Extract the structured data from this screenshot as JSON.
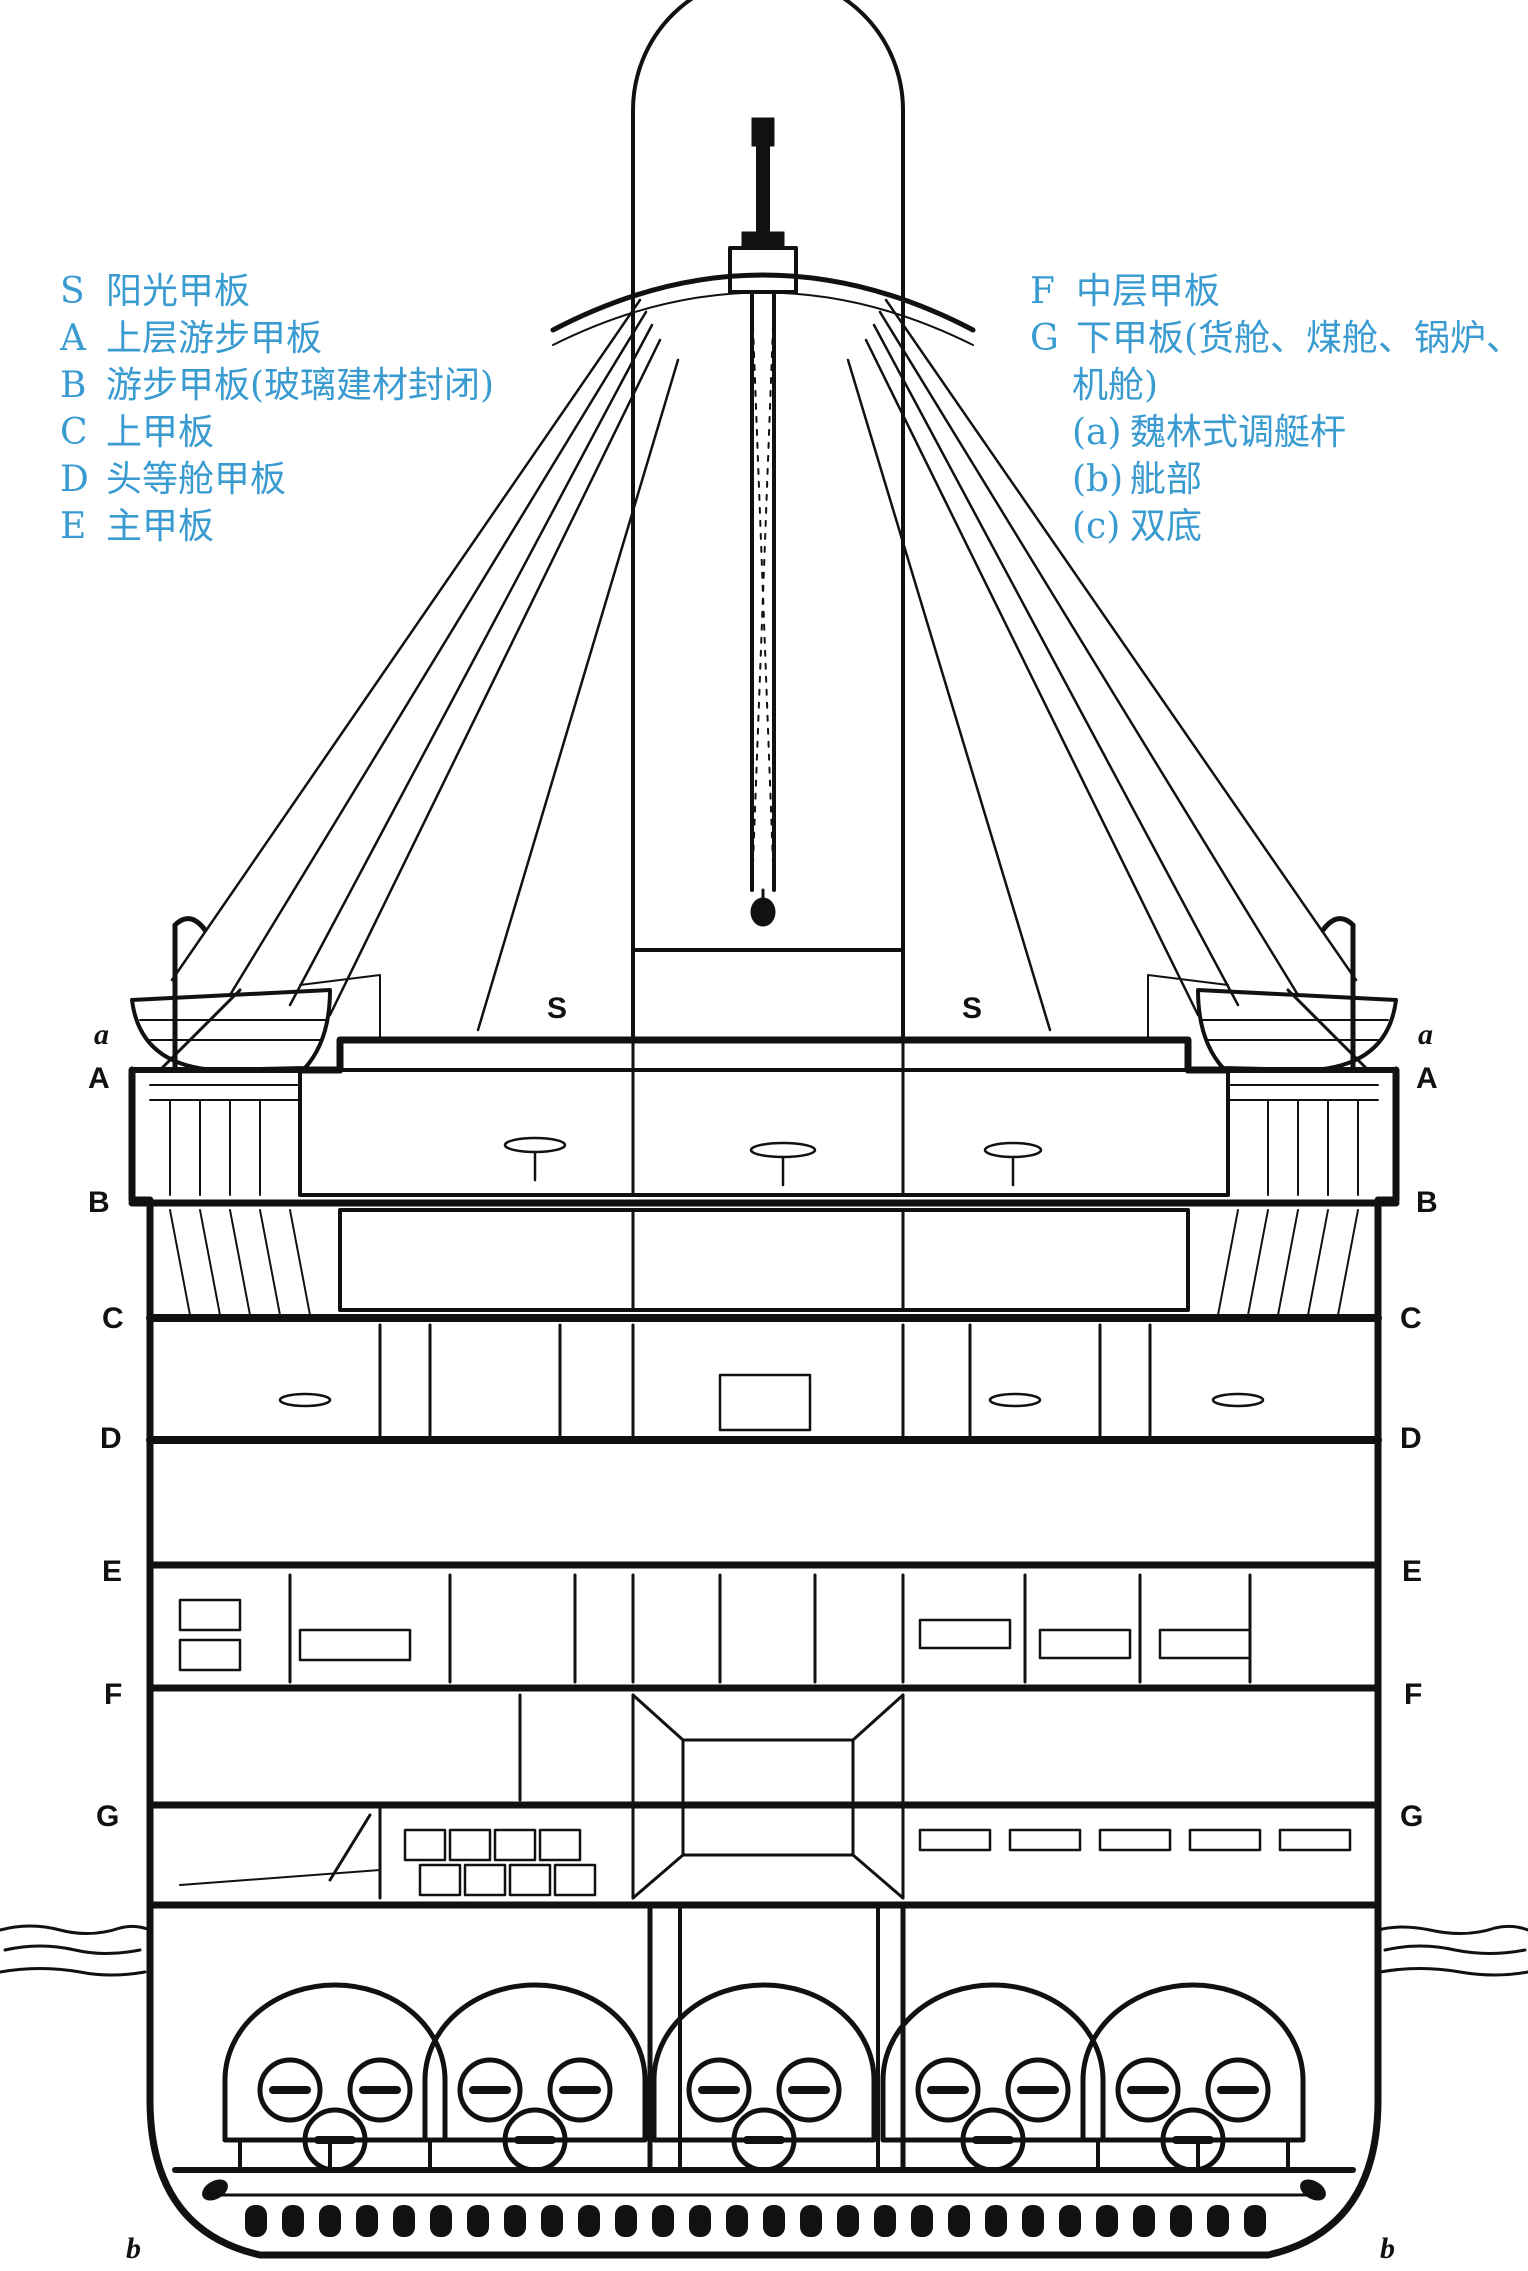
{
  "legend": {
    "left": [
      {
        "key": "S",
        "text": "阳光甲板"
      },
      {
        "key": "A",
        "text": "上层游步甲板"
      },
      {
        "key": "B",
        "text": "游步甲板(玻璃建材封闭)"
      },
      {
        "key": "C",
        "text": "上甲板"
      },
      {
        "key": "D",
        "text": "头等舱甲板"
      },
      {
        "key": "E",
        "text": "主甲板"
      }
    ],
    "right": [
      {
        "key": "F",
        "text": "中层甲板"
      },
      {
        "key": "G",
        "text": "下甲板(货舱、煤舱、锅炉、"
      },
      {
        "key": "",
        "text": "机舱)"
      },
      {
        "key": "(a)",
        "text": "魏林式调艇杆"
      },
      {
        "key": "(b)",
        "text": "舭部"
      },
      {
        "key": "(c)",
        "text": "双底"
      }
    ]
  },
  "deck_labels": {
    "sun": "S",
    "a": "A",
    "b": "B",
    "c": "C",
    "d": "D",
    "e": "E",
    "f": "F",
    "g": "G"
  },
  "marks": {
    "davit": "a",
    "bilge": "b"
  },
  "colors": {
    "legend_text": "#3a9bd1",
    "line": "#111111",
    "background": "#ffffff"
  }
}
